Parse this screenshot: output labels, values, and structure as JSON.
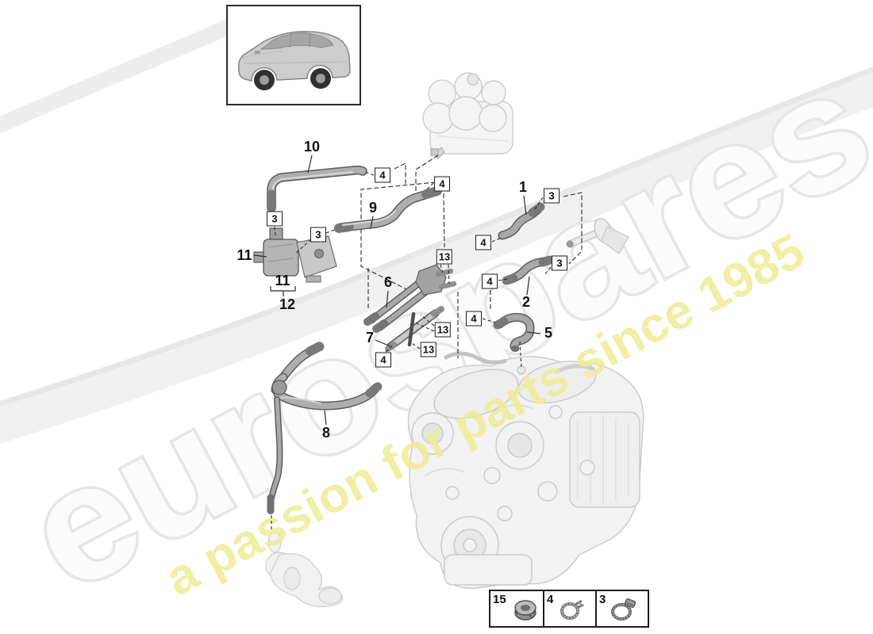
{
  "watermark": {
    "brand": "eurospares",
    "tagline": "a passion for parts since 1985",
    "brand_color": "#e7e7e7",
    "tagline_color": "#efec96"
  },
  "callouts": {
    "c10": "10",
    "c9": "9",
    "c1": "1",
    "c2": "2",
    "c5": "5",
    "c6": "6",
    "c7": "7",
    "c8": "8",
    "c11_side": "11",
    "c11_bottom": "11",
    "c12": "12"
  },
  "boxes": {
    "b4a": "4",
    "b4b": "4",
    "b4c": "4",
    "b4d": "4",
    "b4e": "4",
    "b4f": "4",
    "b3a": "3",
    "b3b": "3",
    "b3c": "3",
    "b3d": "3",
    "b13a": "13",
    "b13b": "13",
    "b13c": "13"
  },
  "legend": {
    "cells": [
      {
        "number": "15",
        "icon": "flange-nut-icon"
      },
      {
        "number": "4",
        "icon": "spring-clamp-icon"
      },
      {
        "number": "3",
        "icon": "worm-drive-clamp-icon"
      }
    ]
  },
  "colors": {
    "diagram_line": "#2c2c2c",
    "hose_gray": "#aeaeae",
    "ghost_gray": "#cfcfcf"
  }
}
